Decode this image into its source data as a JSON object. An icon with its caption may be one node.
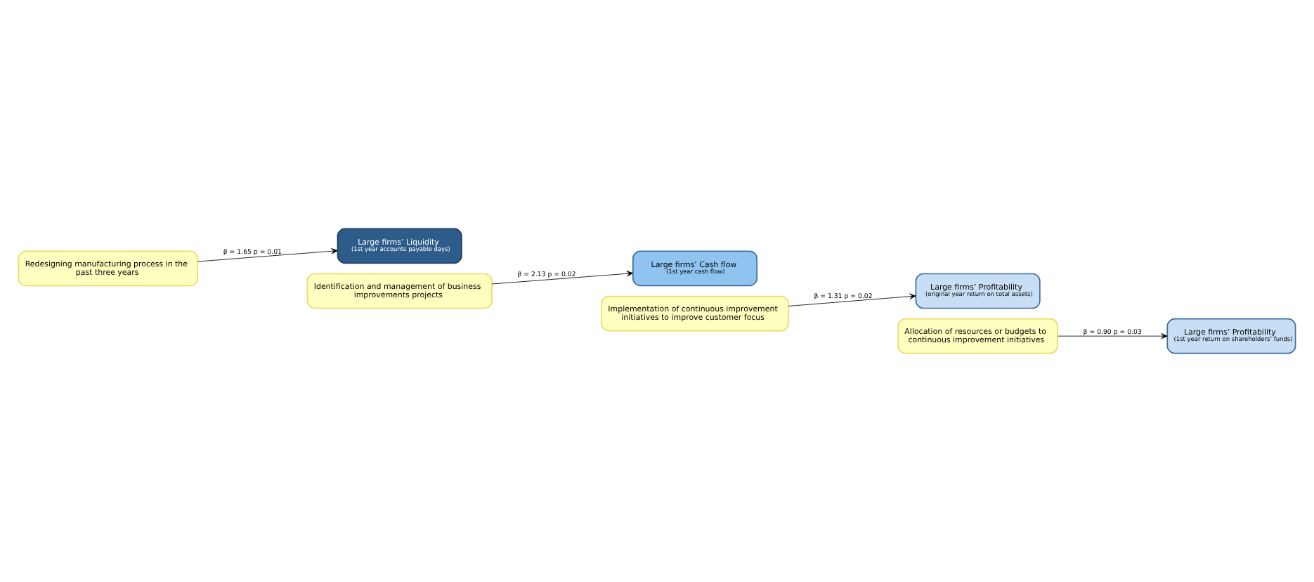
{
  "diagram": {
    "nodes": [
      {
        "text": [
          "Redesigning manufacturing process in the past three years"
        ]
      },
      {
        "text": [
          "Large firms’ Liquidity",
          "(1st year accounts payable days)"
        ]
      },
      {
        "text": [
          "Identification and management of business improvements projects"
        ]
      },
      {
        "text": [
          "Large firms’ Cash flow",
          "(1st year cash flow)"
        ]
      },
      {
        "text": [
          "Implementation of continuous improvement initiatives to improve customer focus"
        ]
      },
      {
        "text": [
          "Large firms’ Profitability",
          "(original year return on total assets)"
        ]
      },
      {
        "text": [
          "Allocation of resources or budgets to continuous improvement initiatives"
        ]
      },
      {
        "text": [
          "Large firms’ Profitability",
          "(1st year return on shareholders’ funds)"
        ]
      }
    ],
    "edges": [
      {
        "from": 0,
        "to": 1,
        "arrow": "to",
        "label": "β = 1.65 p = 0.01"
      },
      {
        "from": 2,
        "to": 3,
        "arrow": "to",
        "label": "β = 2.13 p = 0.02"
      },
      {
        "from": 4,
        "to": 5,
        "arrow": "to",
        "label": "β = 1.31 p = 0.02"
      },
      {
        "from": 6,
        "to": 7,
        "arrow": "to",
        "label": "β = 0.90 p = 0.03"
      }
    ]
  }
}
